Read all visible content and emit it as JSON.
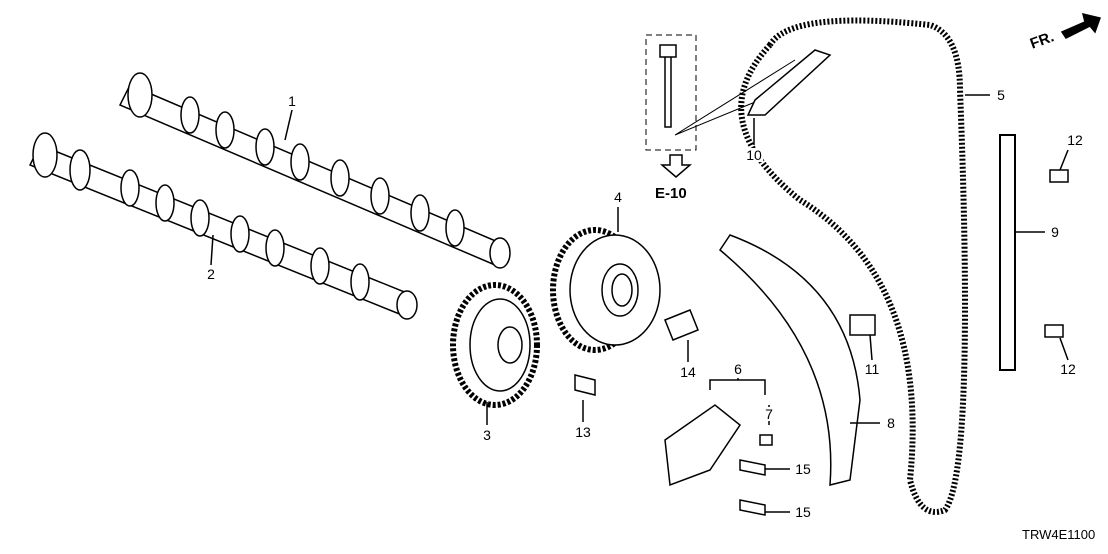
{
  "diagram": {
    "callouts": [
      {
        "id": "camshaft-intake",
        "text": "1"
      },
      {
        "id": "camshaft-exhaust",
        "text": "2"
      },
      {
        "id": "sprocket",
        "text": "3"
      },
      {
        "id": "vtc-actuator",
        "text": "4"
      },
      {
        "id": "cam-chain",
        "text": "5"
      },
      {
        "id": "tensioner-assy",
        "text": "6"
      },
      {
        "id": "tensioner-pin",
        "text": "7"
      },
      {
        "id": "tensioner-arm",
        "text": "8"
      },
      {
        "id": "chain-guide",
        "text": "9"
      },
      {
        "id": "upper-guide",
        "text": "10"
      },
      {
        "id": "arm-bolt",
        "text": "11"
      },
      {
        "id": "guide-bolt-upper",
        "text": "12"
      },
      {
        "id": "guide-bolt-lower",
        "text": "12"
      },
      {
        "id": "sprocket-bolt",
        "text": "13"
      },
      {
        "id": "actuator-bolt",
        "text": "14"
      },
      {
        "id": "tensioner-bolt-upper",
        "text": "15"
      },
      {
        "id": "tensioner-bolt-lower",
        "text": "15"
      }
    ],
    "reference": "E-10",
    "front_indicator": "FR.",
    "diagram_code": "TRW4E1100"
  }
}
